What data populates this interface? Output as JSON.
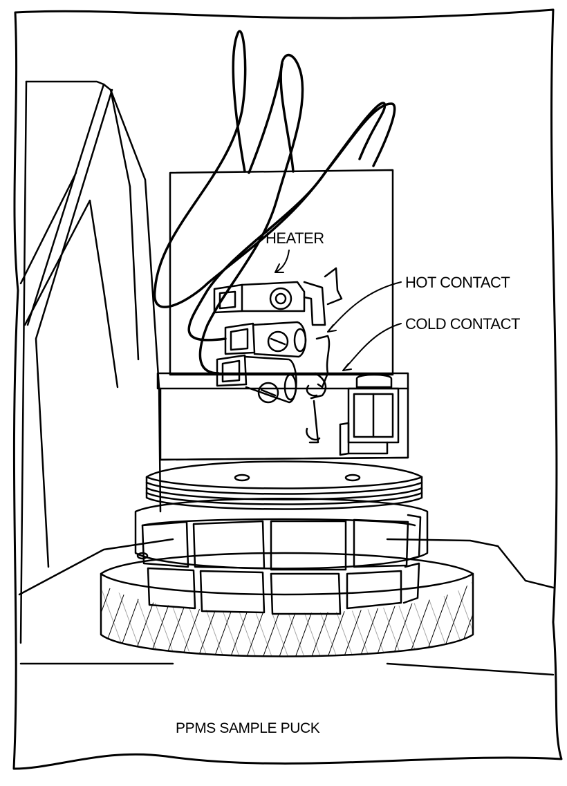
{
  "figure": {
    "labels": {
      "heater": "HEATER",
      "hot_contact": "HOT CONTACT",
      "cold_contact": "COLD CONTACT"
    },
    "caption": "PPMS SAMPLE PUCK"
  }
}
